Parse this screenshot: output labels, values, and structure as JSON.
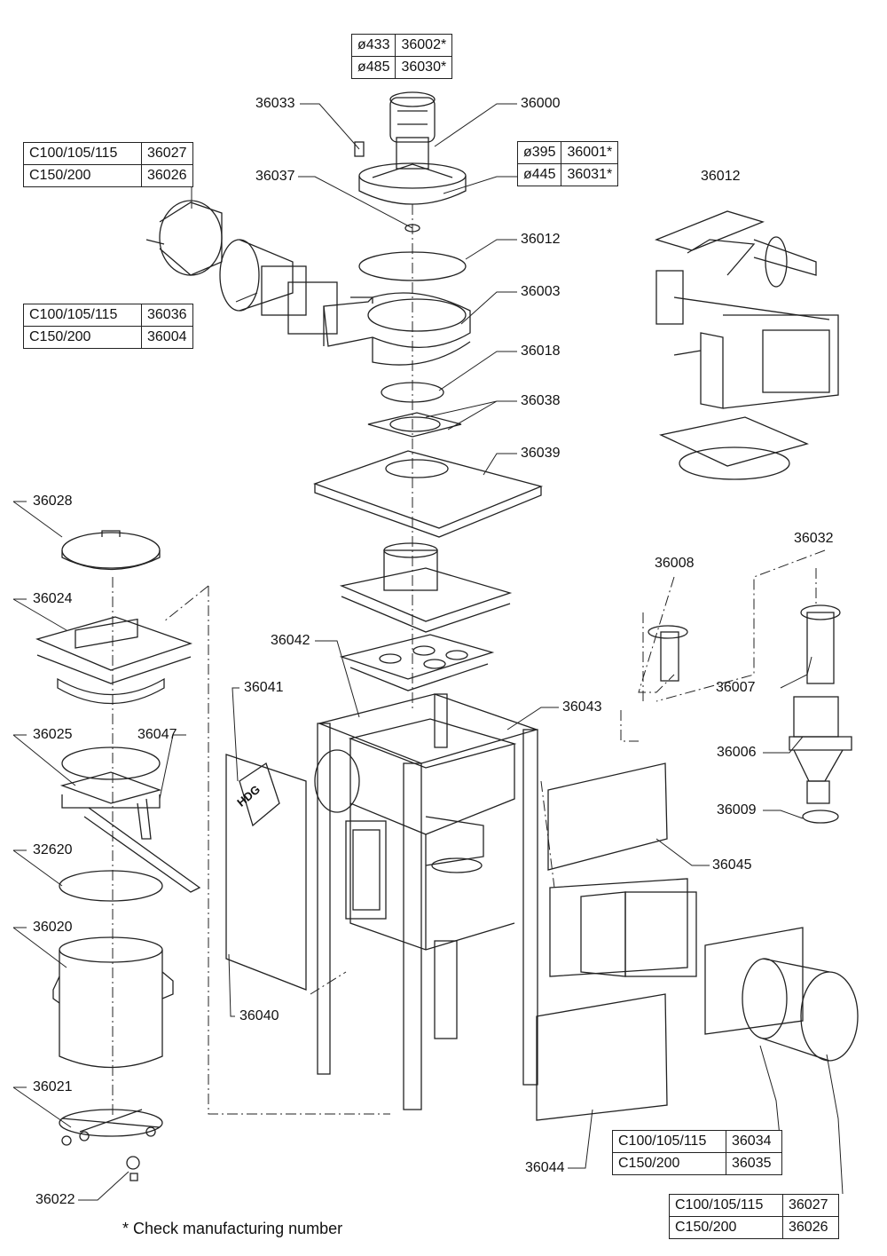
{
  "tables": {
    "motor": [
      [
        "ø433",
        "36002*"
      ],
      [
        "ø485",
        "36030*"
      ]
    ],
    "impeller": [
      [
        "ø395",
        "36001*"
      ],
      [
        "ø445",
        "36031*"
      ]
    ],
    "clamp_top": [
      [
        "C100/105/115",
        "36027"
      ],
      [
        "C150/200",
        "36026"
      ]
    ],
    "adapter": [
      [
        "C100/105/115",
        "36036"
      ],
      [
        "C150/200",
        "36004"
      ]
    ],
    "clamp_bottom_right": [
      [
        "C100/105/115",
        "36034"
      ],
      [
        "C150/200",
        "36035"
      ]
    ],
    "clamp_bottom": [
      [
        "C100/105/115",
        "36027"
      ],
      [
        "C150/200",
        "36026"
      ]
    ]
  },
  "labels": {
    "p36033": "36033",
    "p36000": "36000",
    "p36037": "36037",
    "p36012a": "36012",
    "p36012b": "36012",
    "p36003": "36003",
    "p36018": "36018",
    "p36038": "36038",
    "p36039": "36039",
    "p36028": "36028",
    "p36024": "36024",
    "p36008": "36008",
    "p36032": "36032",
    "p36042": "36042",
    "p36041": "36041",
    "p36043": "36043",
    "p36007": "36007",
    "p36025": "36025",
    "p36047": "36047",
    "p36006": "36006",
    "p36009": "36009",
    "p32620": "32620",
    "p36045": "36045",
    "p36020": "36020",
    "p36040": "36040",
    "p36021": "36021",
    "p36044": "36044",
    "p36022": "36022"
  },
  "footnote": "*   Check manufacturing number",
  "logo_text": "HDG"
}
